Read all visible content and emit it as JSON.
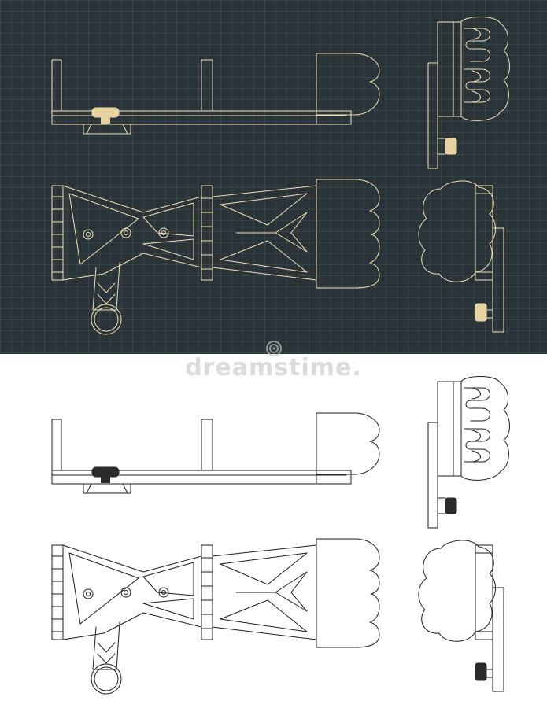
{
  "watermark": {
    "text": "dreamstime.",
    "logo_icon": "spiral-logo-icon",
    "color": "#bebebe"
  },
  "panels": [
    {
      "name": "dark-blueprint",
      "background": "#2a3337",
      "line_color": "#efe3b8"
    },
    {
      "name": "light-drawing",
      "background": "#ffffff",
      "line_color": "#1d1d1d"
    }
  ],
  "views": [
    "side-view",
    "top-view",
    "front-view",
    "rear-view"
  ]
}
